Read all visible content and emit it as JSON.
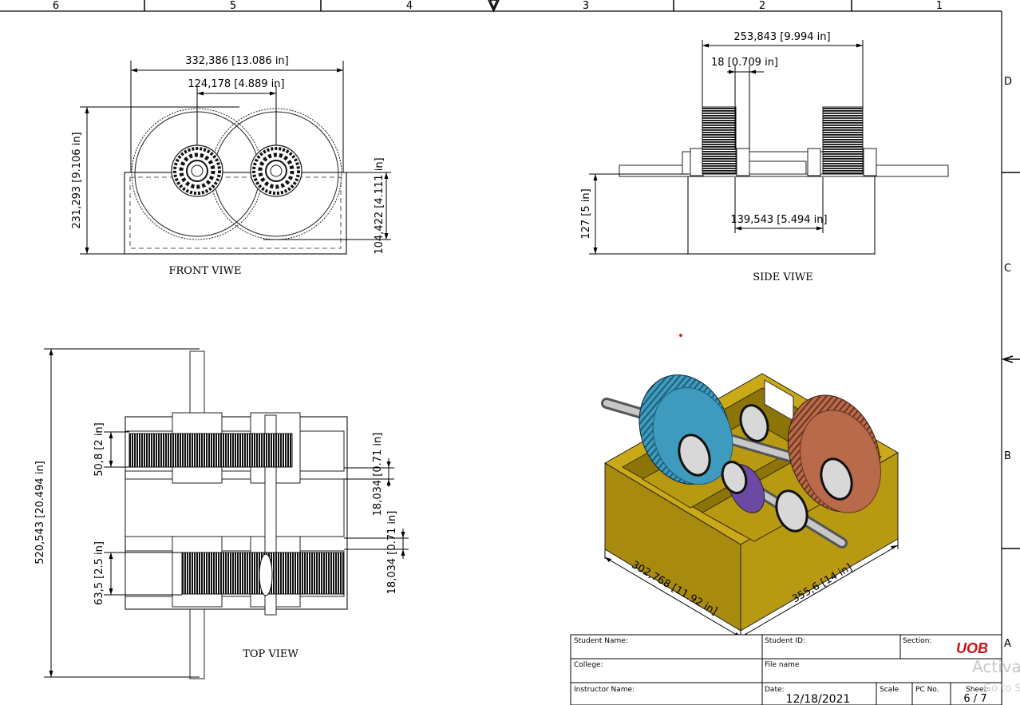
{
  "border": {
    "top_zones": [
      "6",
      "5",
      "4",
      "3",
      "2",
      "1"
    ],
    "right_zones": [
      "D",
      "C",
      "B",
      "A"
    ]
  },
  "front_view": {
    "caption": "FRONT VIWE",
    "dim_overall_width": "332,386 [13.086 in]",
    "dim_center_distance": "124,178 [4.889 in]",
    "dim_overall_height": "231,293 [9.106 in]",
    "dim_box_height": "104,422 [4.111 in]"
  },
  "side_view": {
    "caption": "SIDE VIWE",
    "dim_gear_span": "253,843 [9.994 in]",
    "dim_gap": "18 [0.709 in]",
    "dim_inner_span": "139,543 [5.494 in]",
    "dim_height": "127 [5 in]"
  },
  "top_view": {
    "caption": "TOP VIEW",
    "dim_total_length": "520,543 [20.494 in]",
    "dim_gear1_width": "50,8 [2 in]",
    "dim_gear2_width": "63,5 [2.5 in]",
    "dim_wall_1": "18,034 [0.71 in]",
    "dim_wall_2": "18,034 [0.71 in]"
  },
  "iso_view": {
    "dim_width": "302,768 [11.92 in]",
    "dim_length": "355,6 [14 in]"
  },
  "title_block": {
    "student_name": "Student Name:",
    "student_id": "Student ID:",
    "section": "Section:",
    "logo": "UOB",
    "college": "College:",
    "file_name": "File name",
    "instructor": "Instructor Name:",
    "date_label": "Date:",
    "date_value": "12/18/2021",
    "scale": "Scale",
    "pc_no": "PC No.",
    "sheet_label": "Sheet:",
    "sheet_value": "6 / 7"
  },
  "overlay": {
    "activate": "Activa",
    "goto": "Go to S"
  },
  "colors": {
    "housing": "#b59a12",
    "gear_blue": "#3f9bbd",
    "gear_copper": "#b86a4a",
    "logo_red": "#d01010"
  }
}
